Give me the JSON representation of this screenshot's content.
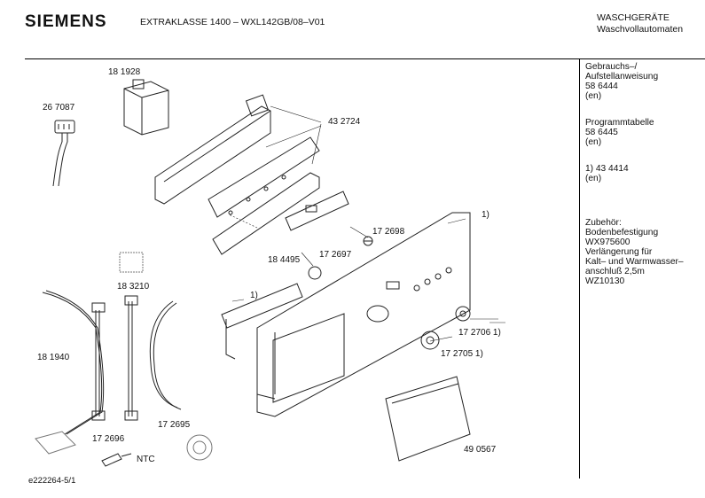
{
  "header": {
    "brand": "SIEMENS",
    "model": "EXTRAKLASSE 1400 – WXL142GB/08–V01",
    "category_1": "WASCHGERÄTE",
    "category_2": "Waschvollautomaten"
  },
  "side_info": [
    "Gebrauchs–/\nAufstellanweisung\n58 6444\n(en)",
    "Programmtabelle\n58 6445\n(en)",
    "1)  43 4414\n     (en)",
    "Zubehör:\nBodenbefestigung\nWX975600\nVerlängerung für\nKalt– und Warmwasser–\nanschluß 2,5m\nWZ10130"
  ],
  "parts": {
    "p181928": "18 1928",
    "p267087": "26 7087",
    "p432724": "43 2724",
    "note_panel": "1)",
    "p172698": "17 2698",
    "p184495": "18 4495",
    "p172697": "17 2697",
    "p183210": "18 3210",
    "note_seal": "1)",
    "p181940": "18 1940",
    "p1727061": "17 2706 1)",
    "p1727051": "17 2705 1)",
    "p172696": "17 2696",
    "p172695": "17 2695",
    "ntc": "NTC",
    "p490567": "49 0567"
  },
  "footer": {
    "doc_id": "e222264-5/1"
  }
}
